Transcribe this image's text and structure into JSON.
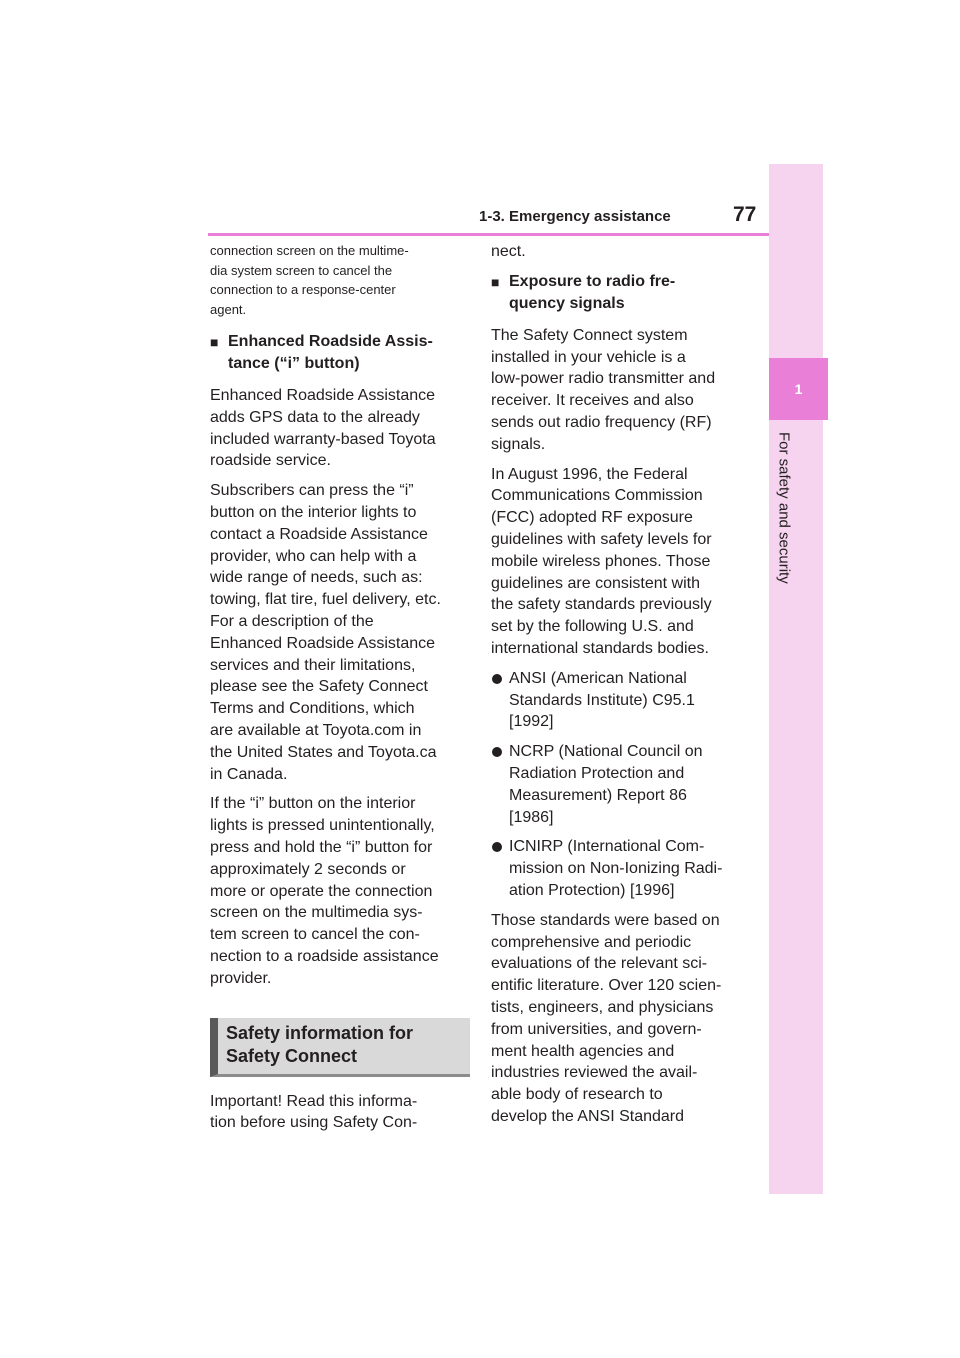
{
  "header": {
    "section_title": "1-3. Emergency assistance",
    "page_number": "77"
  },
  "side_tab": {
    "chapter_number": "1",
    "chapter_label": "For safety and security"
  },
  "left_column": {
    "intro_text": "connection screen on the multime-\ndia system screen to cancel the\nconnection to a response-center\nagent.",
    "heading_roadside": "Enhanced Roadside Assis-\ntance (“i” button)",
    "para_roadside_1": "Enhanced Roadside Assistance\nadds GPS data to the already\nincluded warranty-based Toyota\nroadside service.",
    "para_roadside_2": "Subscribers can press the “i”\nbutton on the interior lights to\ncontact a Roadside Assistance\nprovider, who can help with a\nwide range of needs, such as:\ntowing, flat tire, fuel delivery, etc.\nFor a description of the\nEnhanced Roadside Assistance\nservices and their limitations,\nplease see the Safety Connect\nTerms and Conditions, which\nare available at Toyota.com in\nthe United States and Toyota.ca\nin Canada.",
    "para_roadside_3": "If the “i” button on the interior\nlights is pressed unintentionally,\npress and hold the “i” button for\napproximately 2 seconds or\nmore or operate the connection\nscreen on the multimedia sys-\ntem screen to cancel the con-\nnection to a roadside assistance\nprovider.",
    "section_heading": "Safety information for\nSafety Connect",
    "para_important": "Important! Read this informa-\ntion before using Safety Con-"
  },
  "right_column": {
    "continued_text": "nect.",
    "heading_exposure": "Exposure to radio fre-\nquency signals",
    "para_exposure_1": "The Safety Connect system\ninstalled in your vehicle is a\nlow-power radio transmitter and\nreceiver. It receives and also\nsends out radio frequency (RF)\nsignals.",
    "para_exposure_2": "In August 1996, the Federal\nCommunications Commission\n(FCC) adopted RF exposure\nguidelines with safety levels for\nmobile wireless phones. Those\nguidelines are consistent with\nthe safety standards previously\nset by the following U.S. and\ninternational standards bodies.",
    "bullets": [
      "ANSI (American National\nStandards Institute) C95.1\n[1992]",
      "NCRP (National Council on\nRadiation Protection and\nMeasurement) Report 86\n[1986]",
      "ICNIRP (International Com-\nmission on Non-Ionizing Radi-\nation Protection) [1996]"
    ],
    "para_exposure_3": "Those standards were based on\ncomprehensive and periodic\nevaluations of the relevant sci-\nentific literature. Over 120 scien-\ntists, engineers, and physicians\nfrom universities, and govern-\nment health agencies and\nindustries reviewed the avail-\nable body of research to\ndevelop the ANSI Standard"
  },
  "colors": {
    "accent_pink": "#e97fd6",
    "tab_light_pink": "#f6d4ef",
    "section_box_gray": "#d9d9d9"
  }
}
